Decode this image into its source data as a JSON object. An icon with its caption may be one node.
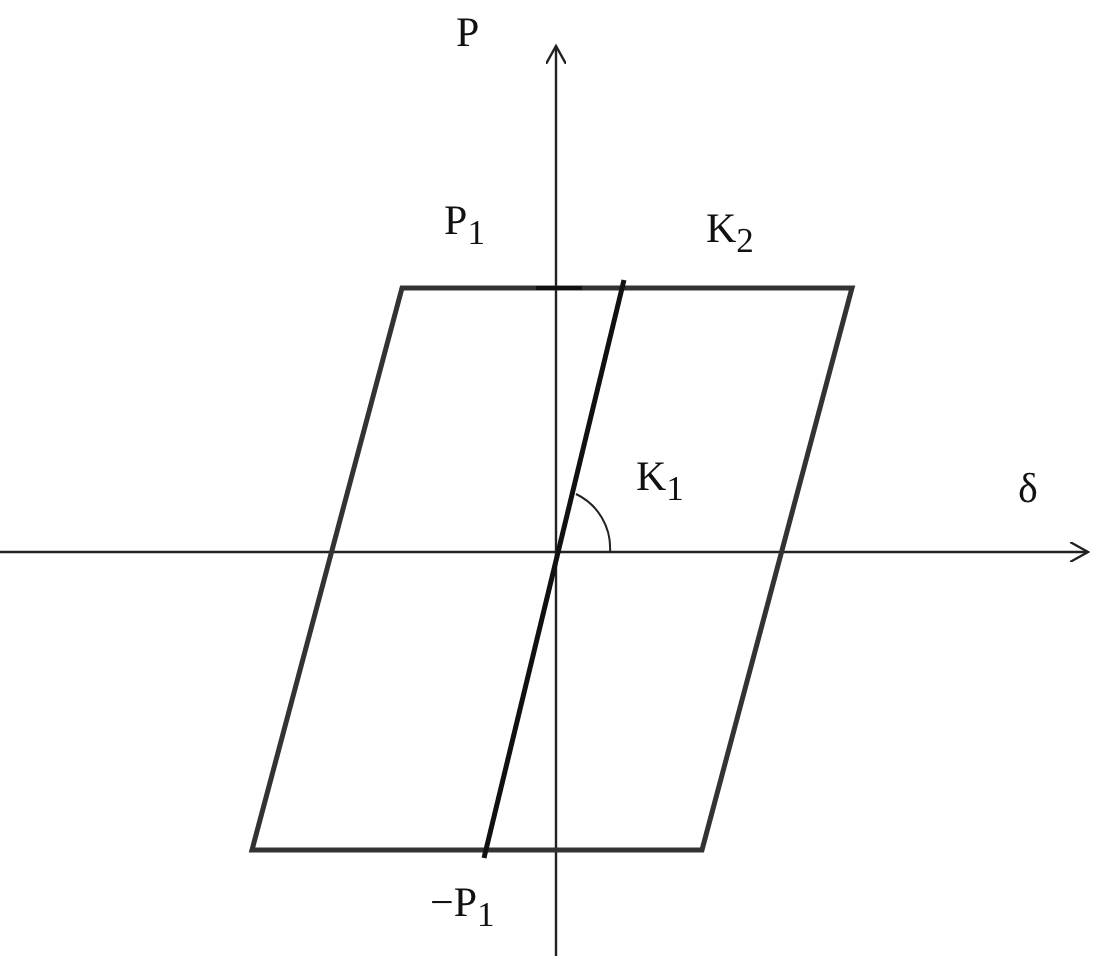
{
  "diagram": {
    "labels": [
      "P",
      "P$_{1}$",
      "K$_{2}$",
      "K$_{1}$",
      "δ",
      "−P$_{1}$"
    ]
  }
}
